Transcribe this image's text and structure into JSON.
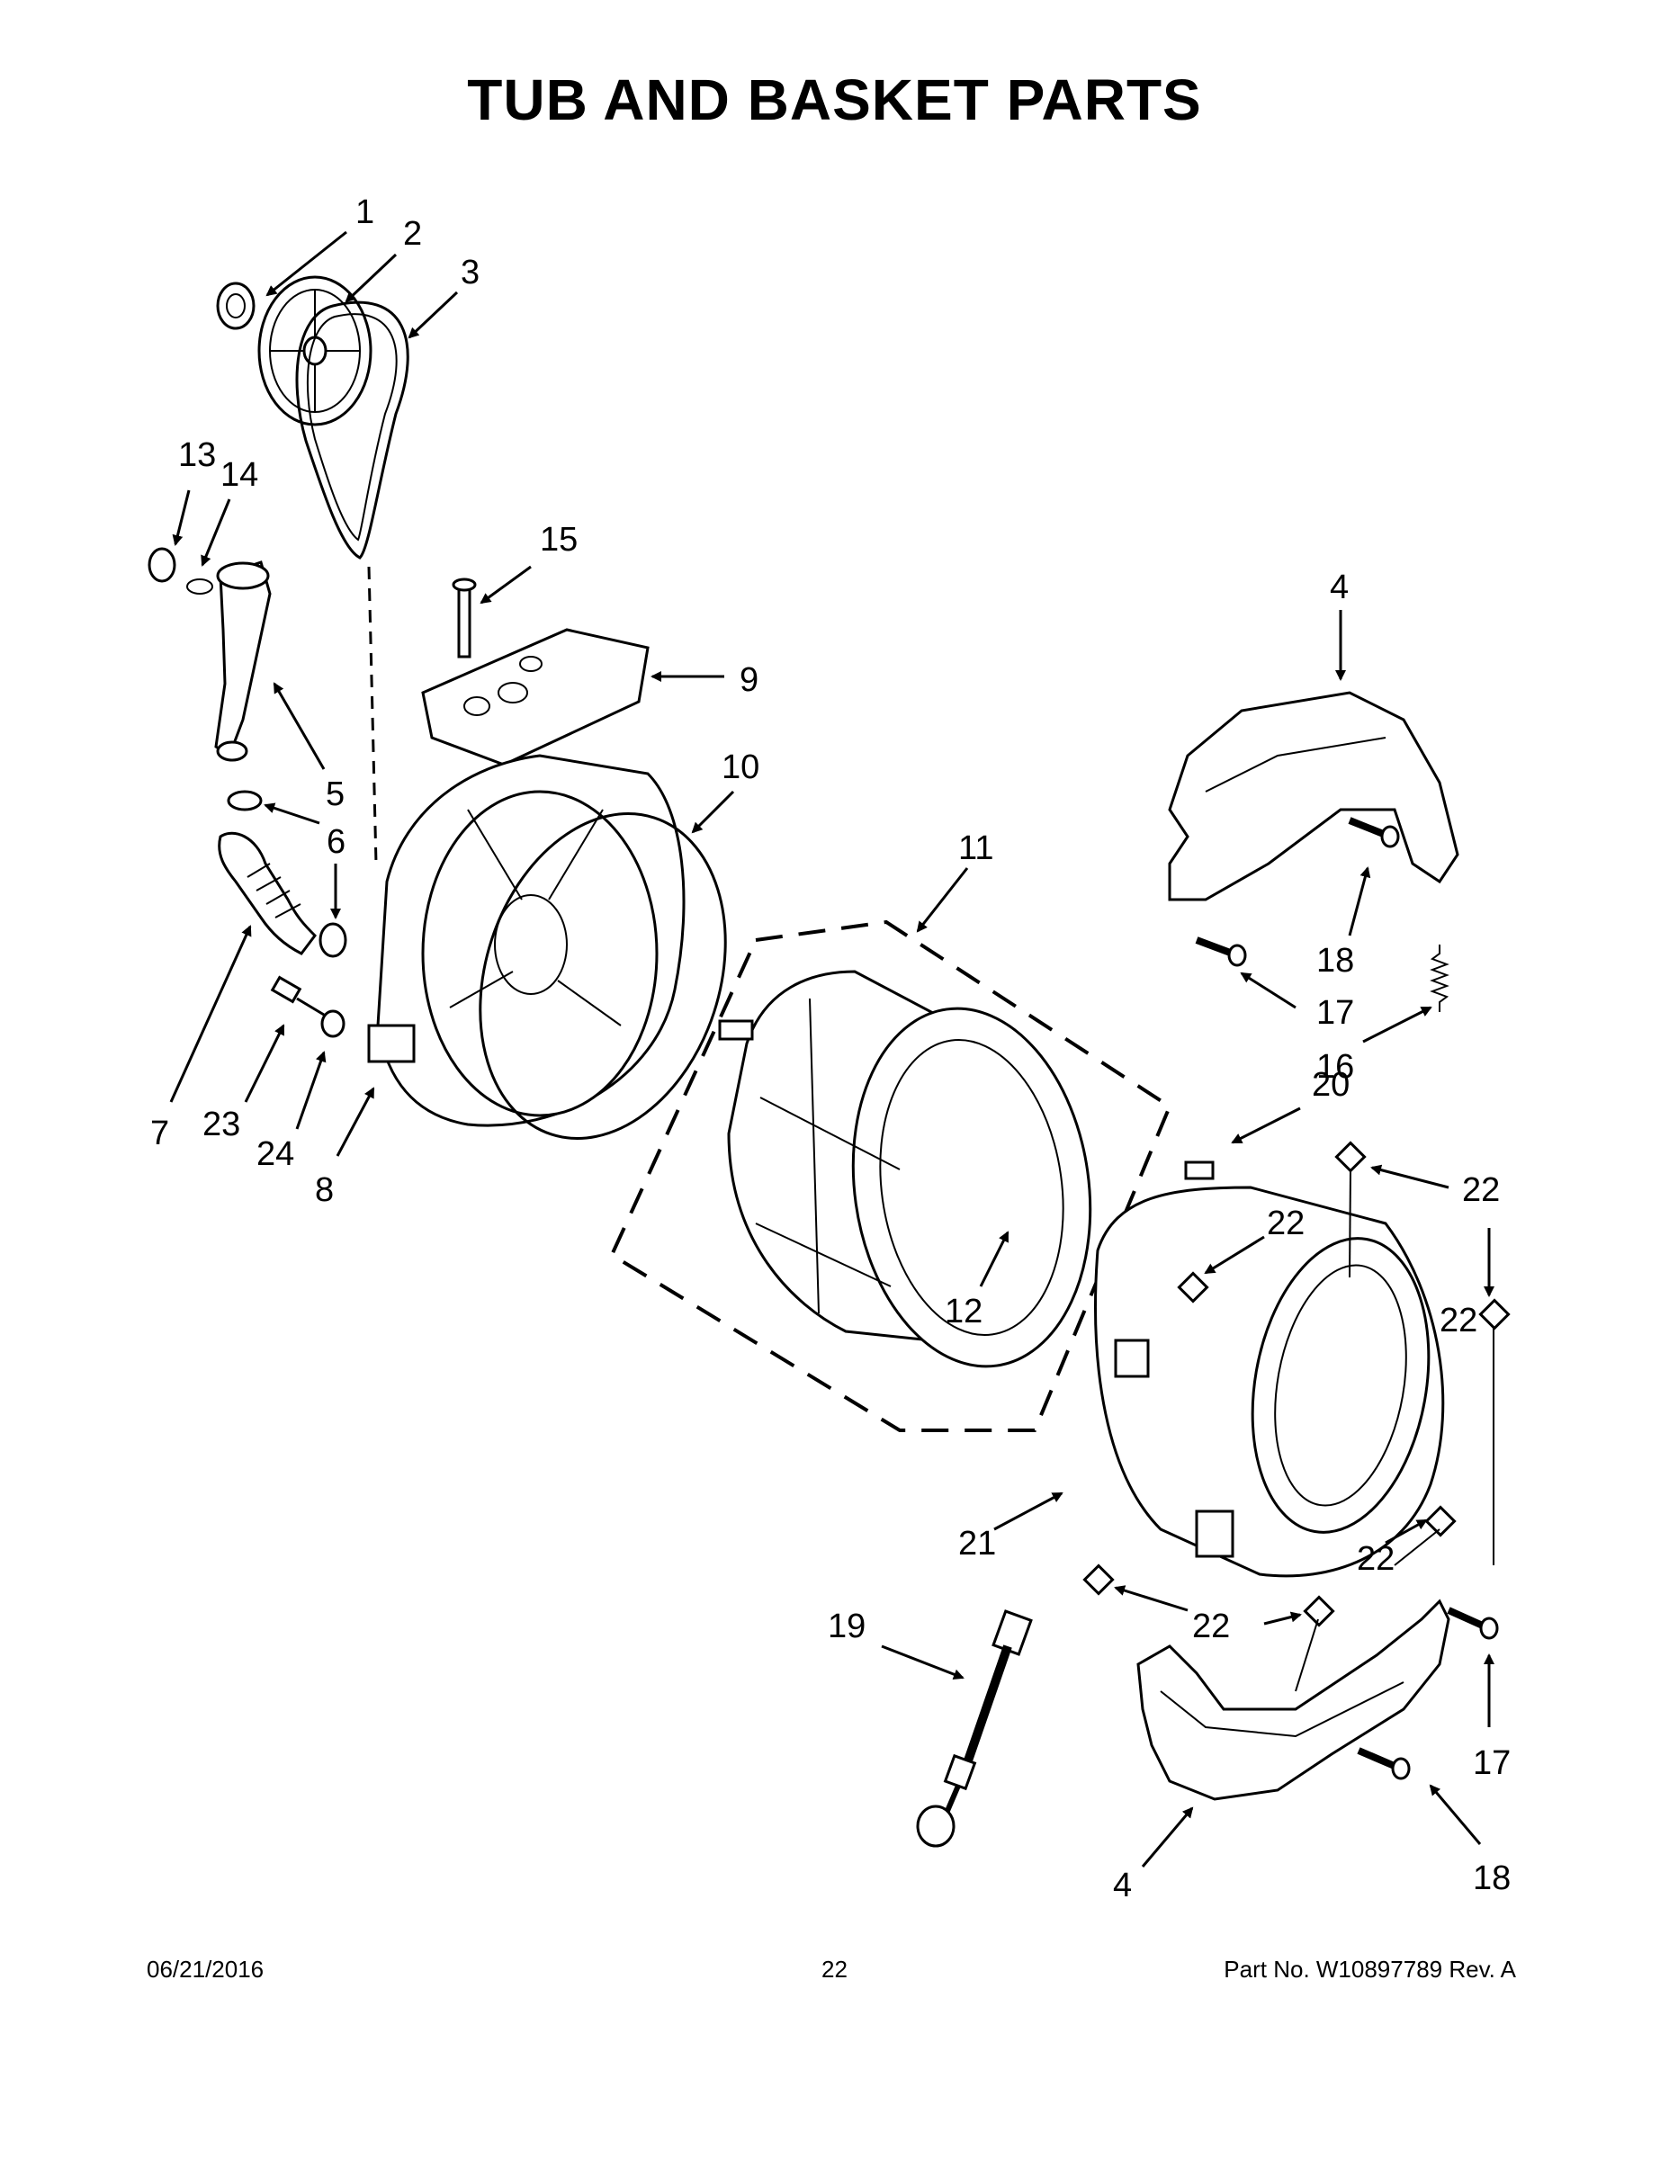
{
  "title": "TUB AND BASKET PARTS",
  "footer": {
    "date": "06/21/2016",
    "page": "22",
    "part_no": "Part No.  W10897789  Rev.  A"
  },
  "callouts": [
    "1",
    "2",
    "3",
    "13",
    "14",
    "15",
    "9",
    "5",
    "6",
    "10",
    "4",
    "7",
    "23",
    "24",
    "8",
    "11",
    "18",
    "17",
    "16",
    "20",
    "22",
    "22",
    "22",
    "12",
    "22",
    "22",
    "21",
    "19",
    "22",
    "17",
    "18",
    "4"
  ]
}
